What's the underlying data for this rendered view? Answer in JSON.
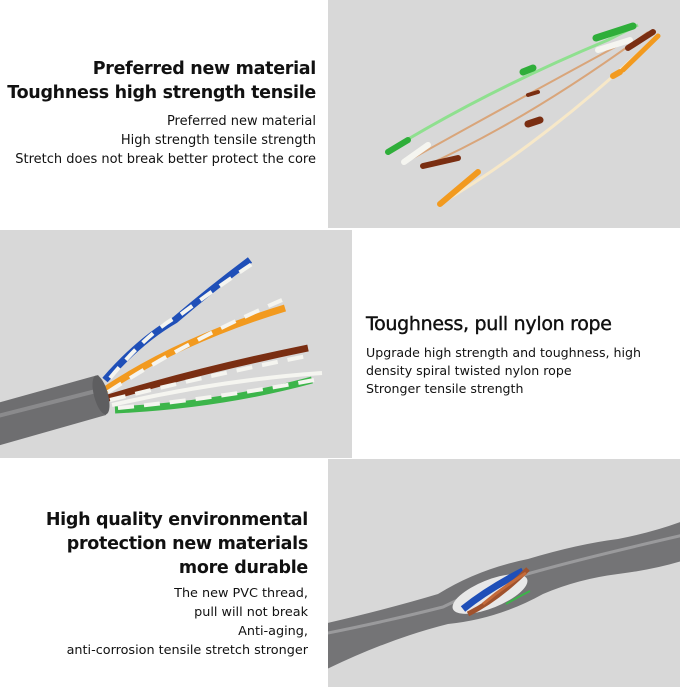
{
  "sections": [
    {
      "title_lines": [
        "Preferred new material",
        "Toughness high strength tensile"
      ],
      "desc_lines": [
        "Preferred new material",
        "High strength tensile strength",
        "Stretch does not break better protect the core"
      ],
      "image": "separated-wire-strands-image"
    },
    {
      "title_lines": [
        "Toughness, pull nylon rope"
      ],
      "desc_lines": [
        "Upgrade high strength and toughness, high",
        "density spiral twisted nylon rope",
        "Stronger tensile strength"
      ],
      "image": "twisted-pair-cable-end-image"
    },
    {
      "title_lines": [
        "High quality environmental",
        "protection new materials",
        "more durable"
      ],
      "desc_lines": [
        "The new PVC thread,",
        "pull will not break",
        "Anti-aging,",
        "anti-corrosion tensile stretch stronger"
      ],
      "image": "cable-jacket-cutaway-image"
    }
  ],
  "colors": {
    "panel_bg": "#d8d8d8",
    "jacket_gray": "#6e6e70",
    "wire_green": "#3cb54a",
    "wire_orange": "#f29a1f",
    "wire_brown": "#7a2e12",
    "wire_blue": "#1f4fb8",
    "wire_white": "#f5f5f0"
  }
}
